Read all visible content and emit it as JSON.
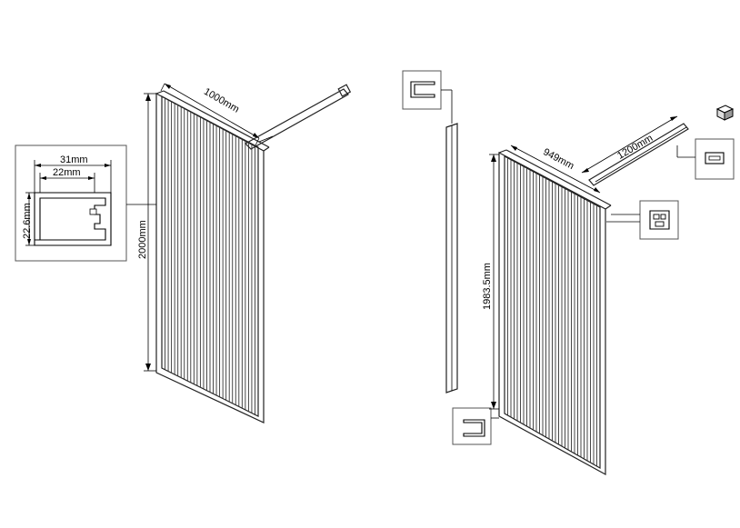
{
  "left_panel": {
    "width_label": "1000mm",
    "height_label": "2000mm"
  },
  "profile_detail": {
    "outer_width_label": "31mm",
    "inner_width_label": "22mm",
    "height_label": "22.6mm"
  },
  "right_panel": {
    "width_label": "949mm",
    "height_label": "1983.5mm",
    "bar_length_label": "1200mm"
  }
}
